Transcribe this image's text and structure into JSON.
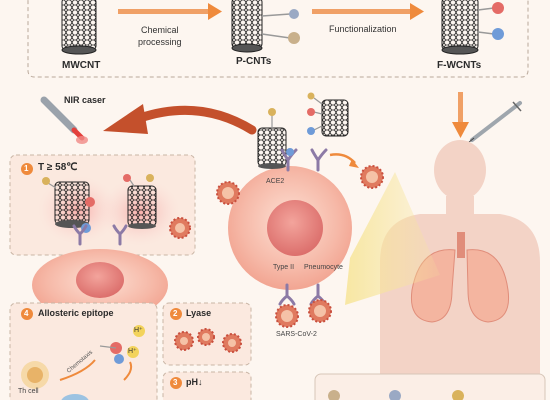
{
  "top": {
    "labels": {
      "mwcnt": "MWCNT",
      "p_cnts": "P-CNTs",
      "f_wcnts": "F-WCNTs"
    },
    "arrows": {
      "chemical_processing": "Chemical\nprocessing",
      "functionalization": "Functionalization"
    }
  },
  "laser": {
    "label": "NIR caser"
  },
  "cell": {
    "receptor_label": "ACE2",
    "cell_type_label": "Type II",
    "cell_name_label": "Pneumocyte",
    "virus_label": "SARS-CoV-2"
  },
  "panels": [
    {
      "number": "1",
      "title": "T ≥ 58℃"
    },
    {
      "number": "4",
      "title": "Allosteric epitope"
    },
    {
      "number": "2",
      "title": "Lyase"
    },
    {
      "number": "3",
      "title": "pH↓"
    }
  ],
  "immune": {
    "chemotaxis_label": "Chemotaxis",
    "th_cell_label": "Th cell",
    "proton_label": "H⁺"
  },
  "colors": {
    "background": "#fdf6f0",
    "arrow_orange": "#ef8a3c",
    "panel_border": "#c9b5a5",
    "cell_pink": "#f6b3a4",
    "nucleus": "#e77d7a",
    "virus_red": "#e07a5f",
    "body_silhouette": "#f3d3c6"
  }
}
